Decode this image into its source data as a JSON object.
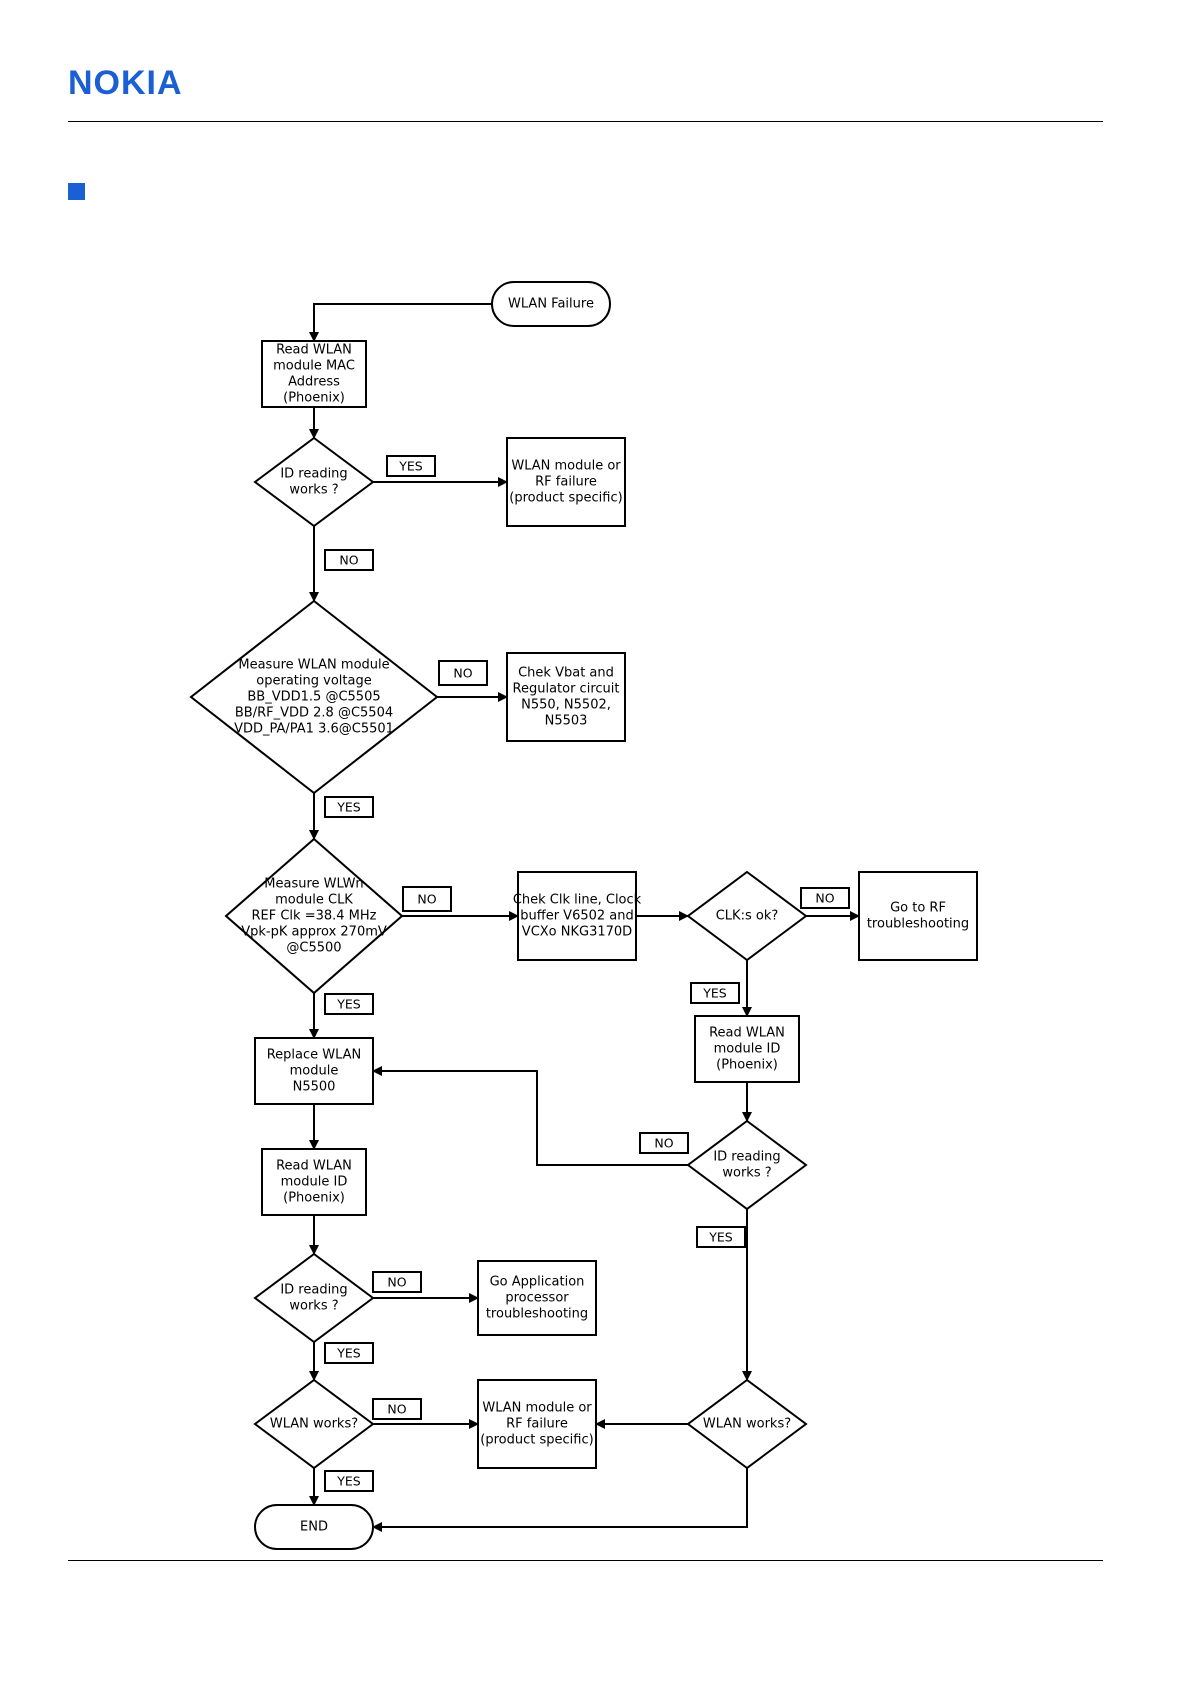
{
  "brand": {
    "logo_text": "NOKIA",
    "color": "#1a5fd4"
  },
  "flowchart": {
    "nodes": {
      "start": {
        "shape": "terminal",
        "lines": [
          "WLAN Failure"
        ]
      },
      "read_mac": {
        "shape": "process",
        "lines": [
          "Read WLAN",
          "module MAC",
          "Address",
          "(Phoenix)"
        ]
      },
      "id_works_1": {
        "shape": "decision",
        "lines": [
          "ID reading",
          "works ?"
        ]
      },
      "module_failure_1": {
        "shape": "process",
        "lines": [
          "WLAN module or",
          "RF failure",
          "(product specific)"
        ]
      },
      "measure_voltage": {
        "shape": "decision",
        "lines": [
          "Measure WLAN module",
          "operating voltage",
          "BB_VDD1.5 @C5505",
          "BB/RF_VDD 2.8 @C5504",
          "VDD_PA/PA1 3.6@C5501"
        ]
      },
      "check_vbat": {
        "shape": "process",
        "lines": [
          "Chek Vbat and",
          "Regulator circuit",
          "N550, N5502,",
          "N5503"
        ]
      },
      "measure_clk": {
        "shape": "decision",
        "lines": [
          "Measure WLWn",
          "module CLK",
          "REF Clk =38.4 MHz",
          "Vpk-pK approx 270mV",
          "@C5500"
        ]
      },
      "check_clk_line": {
        "shape": "process",
        "lines": [
          "Chek Clk line, Clock",
          "buffer V6502 and",
          "VCXo NKG3170D"
        ]
      },
      "clks_ok": {
        "shape": "decision",
        "lines": [
          "CLK:s ok?"
        ]
      },
      "rf_troubleshooting": {
        "shape": "process",
        "lines": [
          "Go to RF",
          "troubleshooting"
        ]
      },
      "read_id_right": {
        "shape": "process",
        "lines": [
          "Read WLAN",
          "module ID",
          "(Phoenix)"
        ]
      },
      "id_works_right": {
        "shape": "decision",
        "lines": [
          "ID reading",
          "works ?"
        ]
      },
      "replace_module": {
        "shape": "process",
        "lines": [
          "Replace WLAN",
          "module",
          "N5500"
        ]
      },
      "read_id_left": {
        "shape": "process",
        "lines": [
          "Read WLAN",
          "module ID",
          "(Phoenix)"
        ]
      },
      "id_works_3": {
        "shape": "decision",
        "lines": [
          "ID reading",
          "works ?"
        ]
      },
      "app_processor": {
        "shape": "process",
        "lines": [
          "Go Application",
          "processor",
          "troubleshooting"
        ]
      },
      "wlan_works_left": {
        "shape": "decision",
        "lines": [
          "WLAN works?"
        ]
      },
      "module_failure_2": {
        "shape": "process",
        "lines": [
          "WLAN module or",
          "RF failure",
          "(product specific)"
        ]
      },
      "wlan_works_right": {
        "shape": "decision",
        "lines": [
          "WLAN works?"
        ]
      },
      "end": {
        "shape": "terminal",
        "lines": [
          "END"
        ]
      }
    },
    "edge_labels": {
      "id1_yes": "YES",
      "id1_no": "NO",
      "volt_no": "NO",
      "volt_yes": "YES",
      "clk_no": "NO",
      "clk_yes": "YES",
      "clks_no": "NO",
      "clks_yes": "YES",
      "idr_no": "NO",
      "idr_yes": "YES",
      "id3_no": "NO",
      "id3_yes": "YES",
      "wl_no": "NO",
      "wl_yes": "YES"
    }
  }
}
